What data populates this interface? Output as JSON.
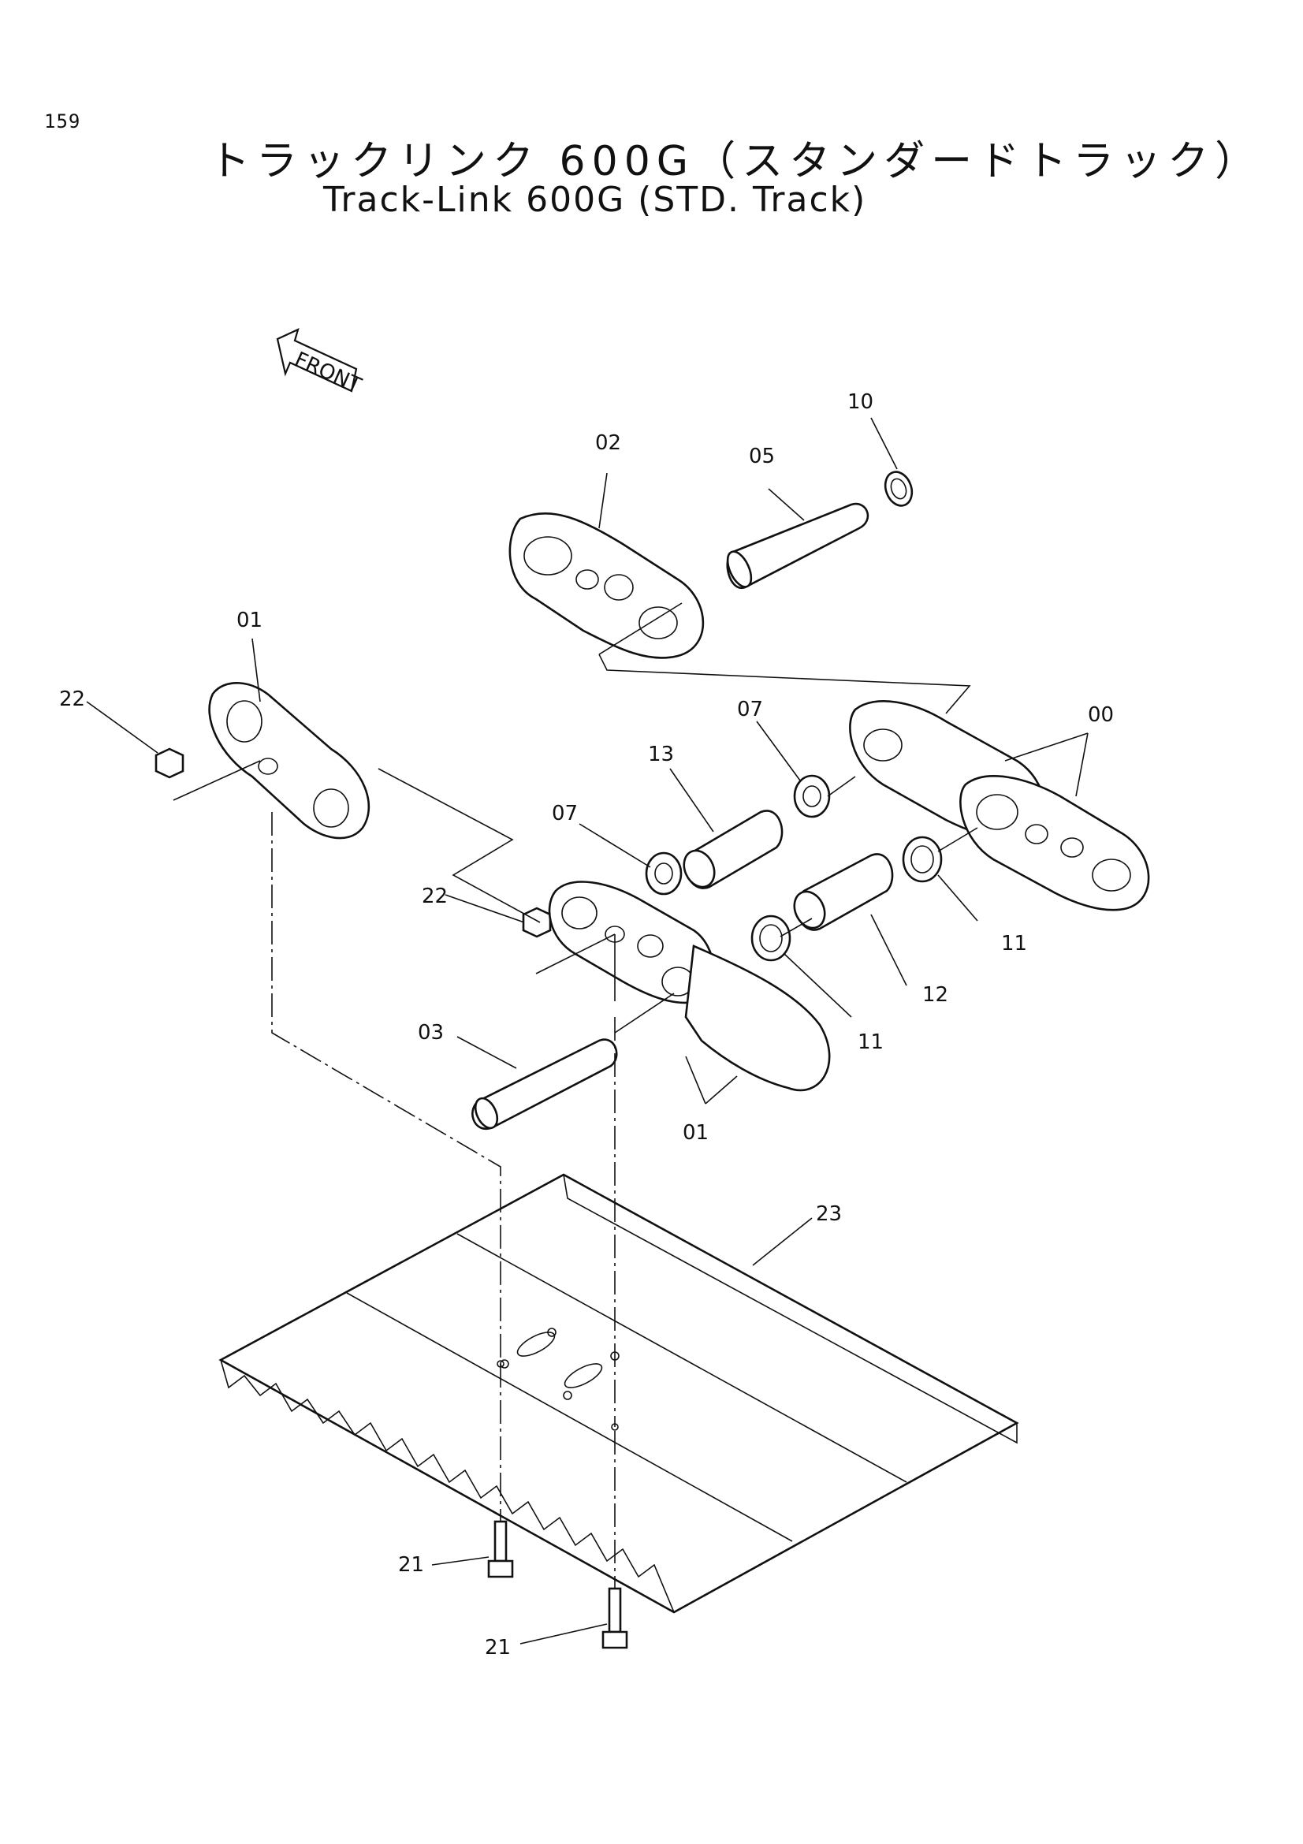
{
  "page": {
    "number": "159",
    "title_jp": "トラックリンク 600G（スタンダードトラック）",
    "title_en": "Track-Link 600G (STD. Track)"
  },
  "front_marker": "FRONT",
  "callouts": [
    {
      "id": "00",
      "label": "00"
    },
    {
      "id": "01a",
      "label": "01"
    },
    {
      "id": "01b",
      "label": "01"
    },
    {
      "id": "02",
      "label": "02"
    },
    {
      "id": "03",
      "label": "03"
    },
    {
      "id": "05",
      "label": "05"
    },
    {
      "id": "07a",
      "label": "07"
    },
    {
      "id": "07b",
      "label": "07"
    },
    {
      "id": "10",
      "label": "10"
    },
    {
      "id": "11a",
      "label": "11"
    },
    {
      "id": "11b",
      "label": "11"
    },
    {
      "id": "12",
      "label": "12"
    },
    {
      "id": "13",
      "label": "13"
    },
    {
      "id": "21a",
      "label": "21"
    },
    {
      "id": "21b",
      "label": "21"
    },
    {
      "id": "22a",
      "label": "22"
    },
    {
      "id": "22b",
      "label": "22"
    },
    {
      "id": "23",
      "label": "23"
    }
  ]
}
